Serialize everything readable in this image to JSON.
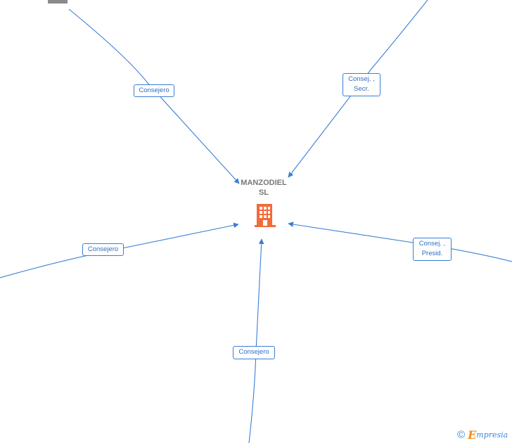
{
  "center_node": {
    "name_line1": "MANZODIEL",
    "name_line2": "SL",
    "icon": "building-icon",
    "icon_color": "#f26b3a"
  },
  "relations": [
    {
      "id": "top-left",
      "label_lines": [
        "Consejero"
      ]
    },
    {
      "id": "top-right",
      "label_lines": [
        "Consej. ,",
        "Secr."
      ]
    },
    {
      "id": "mid-left",
      "label_lines": [
        "Consejero"
      ]
    },
    {
      "id": "mid-right",
      "label_lines": [
        "Consej. ,",
        "Presid."
      ]
    },
    {
      "id": "bottom",
      "label_lines": [
        "Consejero"
      ]
    }
  ],
  "edge_color": "#3a7fd5",
  "brand": {
    "copyright_symbol": "©",
    "initial": "E",
    "rest": "mpresia"
  }
}
